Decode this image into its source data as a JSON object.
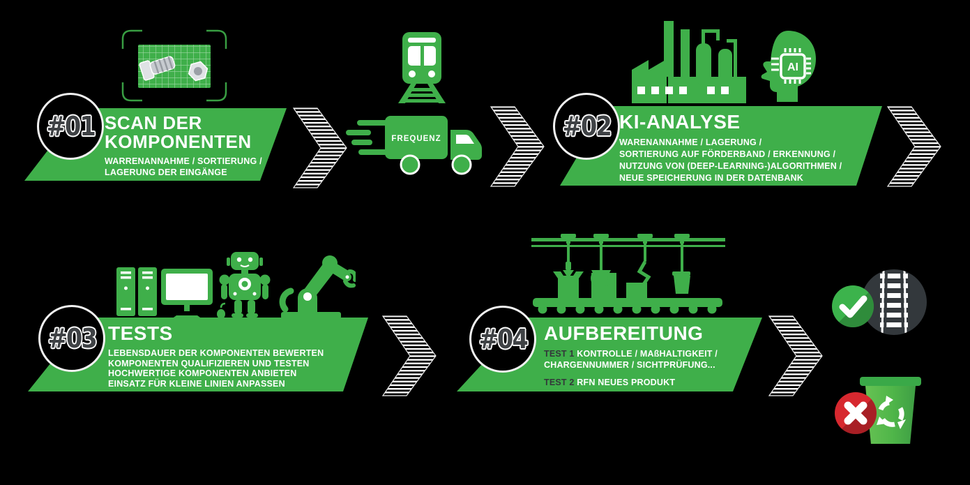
{
  "palette": {
    "green": "#3FAF4A",
    "dark_circle": "#33383C",
    "red": "#D7282F",
    "number_gray": "#3F4245",
    "white": "#FFFFFF",
    "bin_light": "#66C253",
    "bin_dark": "#3E9E44"
  },
  "steps": [
    {
      "number": "#01",
      "title_lines": [
        "SCAN DER",
        "KOMPONENTEN"
      ],
      "subtitle_lines": [
        "WARRENANNAHME / SORTIERUNG /",
        "LAGERUNG DER EINGÄNGE"
      ]
    },
    {
      "number": "#02",
      "title_lines": [
        "KI-ANALYSE"
      ],
      "subtitle_lines": [
        "WARENANNAHME / LAGERUNG /",
        "SORTIERUNG AUF FÖRDERBAND / ERKENNUNG /",
        "NUTZUNG VON (DEEP-LEARNING-)ALGORITHMEN /",
        "NEUE SPEICHERUNG IN DER DATENBANK"
      ]
    },
    {
      "number": "#03",
      "title_lines": [
        "TESTS"
      ],
      "subtitle_lines": [
        "LEBENSDAUER DER KOMPONENTEN BEWERTEN",
        "KOMPONENTEN QUALIFIZIEREN UND TESTEN",
        "HOCHWERTIGE KOMPONENTEN ANBIETEN",
        "EINSATZ FÜR KLEINE LINIEN ANPASSEN"
      ]
    },
    {
      "number": "#04",
      "title_lines": [
        "AUFBEREITUNG"
      ],
      "tests": {
        "test1_label": "TEST 1",
        "test1_line1": "KONTROLLE / MAßHALTIGKEIT /",
        "test1_line2": "CHARGENNUMMER / SICHTPRÜFUNG...",
        "test2_label": "TEST 2",
        "test2_text": "RFN NEUES PRODUKT"
      }
    }
  ],
  "transport": {
    "truck_label": "FREQUENZ"
  },
  "ai_head": {
    "chip_label": "AI"
  }
}
